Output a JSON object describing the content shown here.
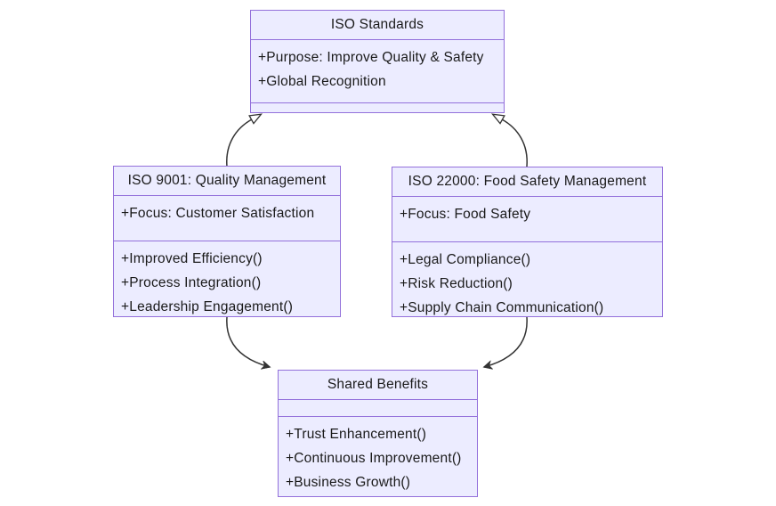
{
  "colors": {
    "canvas_bg": "#FFFFFF",
    "box_fill": "#ECECFF",
    "box_border": "#9370DB",
    "line_color": "#333333",
    "text_color": "#1A1A1A"
  },
  "diagram": {
    "type": "uml-class-diagram",
    "classes": [
      {
        "title": "ISO Standards",
        "attributes": [
          "+Purpose: Improve Quality & Safety",
          "+Global Recognition"
        ],
        "methods": []
      },
      {
        "title": "ISO 9001: Quality Management",
        "attributes": [
          "+Focus: Customer Satisfaction"
        ],
        "methods": [
          "+Improved Efficiency()",
          "+Process Integration()",
          "+Leadership Engagement()"
        ]
      },
      {
        "title": "ISO 22000: Food Safety Management",
        "attributes": [
          "+Focus: Food Safety"
        ],
        "methods": [
          "+Legal Compliance()",
          "+Risk Reduction()",
          "+Supply Chain Communication()"
        ]
      },
      {
        "title": "Shared Benefits",
        "attributes": [],
        "methods": [
          "+Trust Enhancement()",
          "+Continuous Improvement()",
          "+Business Growth()"
        ]
      }
    ],
    "relationships": [
      {
        "from": "ISO 9001: Quality Management",
        "to": "ISO Standards",
        "type": "inheritance"
      },
      {
        "from": "ISO 22000: Food Safety Management",
        "to": "ISO Standards",
        "type": "inheritance"
      },
      {
        "from": "ISO 9001: Quality Management",
        "to": "Shared Benefits",
        "type": "association-arrow"
      },
      {
        "from": "ISO 22000: Food Safety Management",
        "to": "Shared Benefits",
        "type": "association-arrow"
      }
    ]
  }
}
